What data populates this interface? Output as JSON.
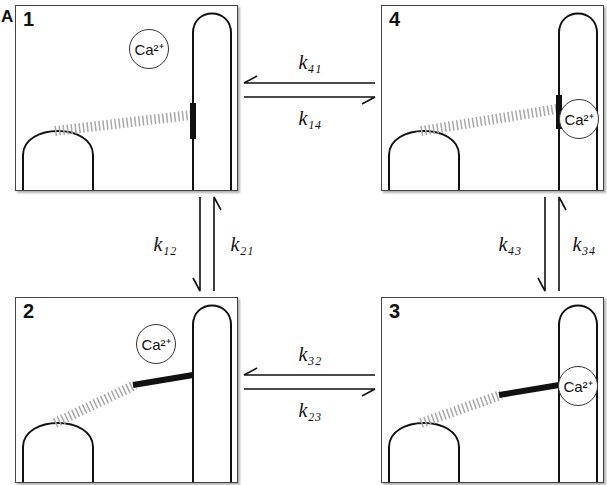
{
  "diagram": {
    "nodes": [
      {
        "text": [
          "1"
        ]
      },
      {
        "text": [
          "Ca²⁺"
        ],
        "in": 0
      },
      {
        "text": [
          "4"
        ]
      },
      {
        "text": [
          "Ca²⁺"
        ],
        "in": 2
      },
      {
        "text": [
          "2"
        ]
      },
      {
        "text": [
          "Ca²⁺"
        ],
        "in": 4
      },
      {
        "text": [
          "3"
        ]
      },
      {
        "text": [
          "Ca²⁺"
        ],
        "in": 6
      }
    ],
    "edges": [
      {
        "from": 2,
        "to": 0,
        "label": "k₄₁",
        "arrow": "to"
      },
      {
        "from": 0,
        "to": 2,
        "label": "k₁₄",
        "arrow": "to"
      },
      {
        "from": 0,
        "to": 4,
        "label": "k₁₂",
        "arrow": "to"
      },
      {
        "from": 4,
        "to": 0,
        "label": "k₂₁",
        "arrow": "to"
      },
      {
        "from": 2,
        "to": 6,
        "label": "k₄₃",
        "arrow": "to"
      },
      {
        "from": 6,
        "to": 2,
        "label": "k₃₄",
        "arrow": "to"
      },
      {
        "from": 6,
        "to": 4,
        "label": "k₃₂",
        "arrow": "to"
      },
      {
        "from": 4,
        "to": 6,
        "label": "k₂₃",
        "arrow": "to"
      }
    ],
    "labels": [
      "A"
    ]
  }
}
